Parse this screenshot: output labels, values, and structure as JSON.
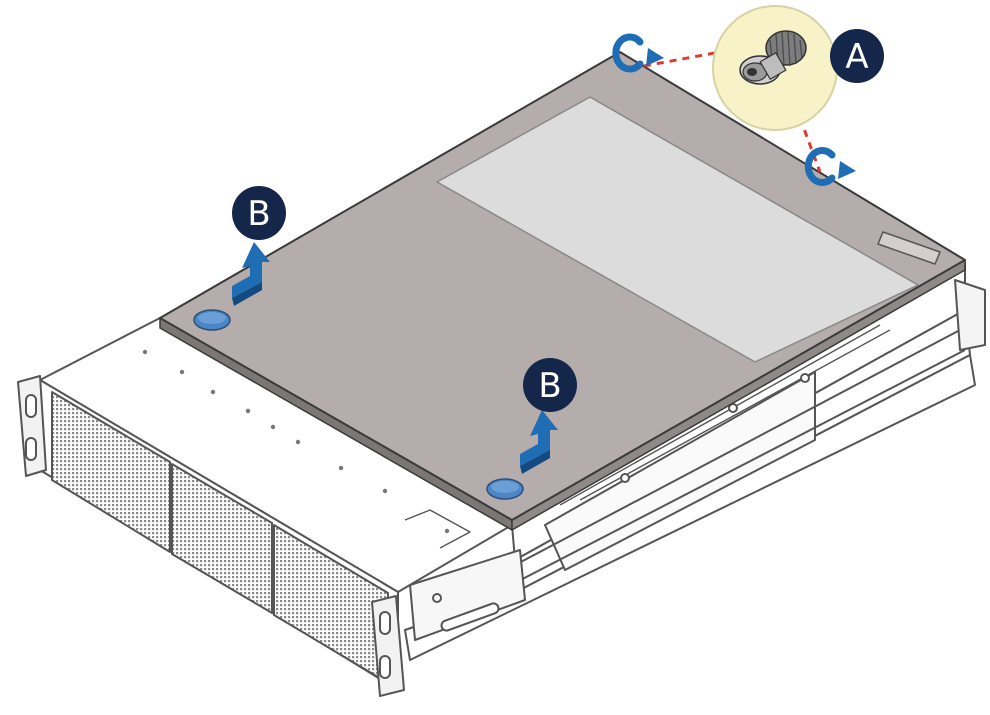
{
  "callouts": {
    "a": "A",
    "b1": "B",
    "b2": "B"
  },
  "colors": {
    "cover": "#b5adab",
    "cover_edge": "#3a3a3a",
    "window": "#dcdcdc",
    "chassis_line": "#555555",
    "badge": "#14264a",
    "arrow": "#1f6db5",
    "latch": "#4d86c6",
    "dash": "#e03a2f",
    "zoom_circle": "#f7f2c8"
  },
  "icons": {
    "screw": "thumbscrew-icon",
    "rotate": "rotate-arrow-icon",
    "lift": "lift-arrow-icon"
  }
}
